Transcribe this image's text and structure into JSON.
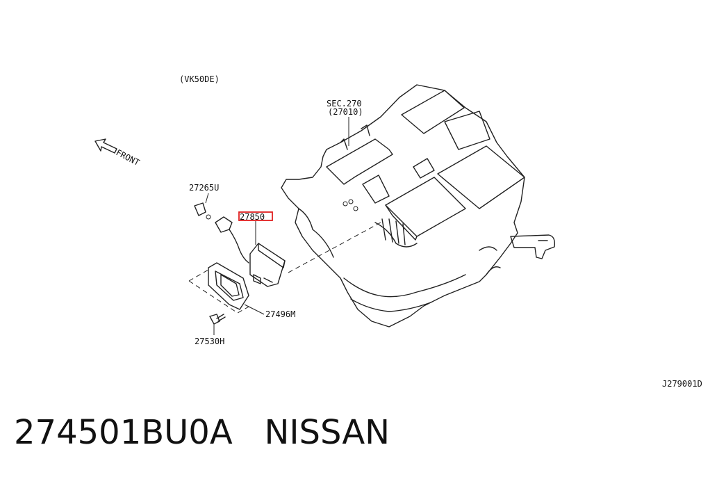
{
  "diagram": {
    "engine_variant": "(VK50DE)",
    "front_label": "FRONT",
    "section_ref": "SEC.270",
    "section_sub": "(27010)",
    "callouts": {
      "bracket": "27265U",
      "highlighted_part": "27850",
      "frame": "27496M",
      "screw": "27530H"
    },
    "highlight_color": "#e02020",
    "drawing_id": "J279001D"
  },
  "caption": {
    "part_number": "274501BU0A",
    "brand": "NISSAN"
  }
}
